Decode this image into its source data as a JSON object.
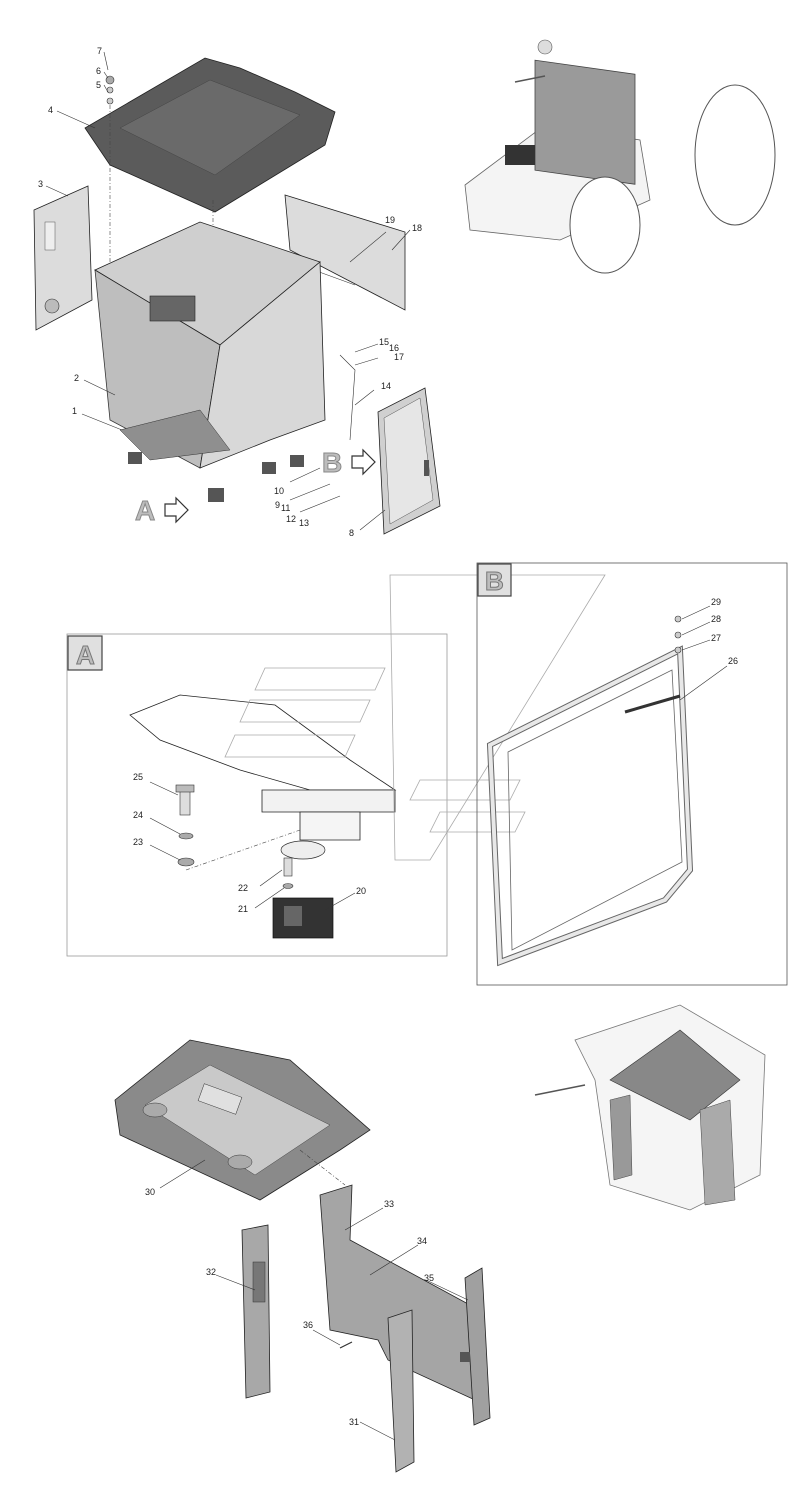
{
  "callouts": {
    "c1": "1",
    "c2": "2",
    "c3": "3",
    "c4": "4",
    "c5": "5",
    "c6": "6",
    "c7": "7",
    "c8": "8",
    "c9": "9",
    "c10": "10",
    "c11": "11",
    "c12": "12",
    "c13": "13",
    "c14": "14",
    "c15": "15",
    "c16": "16",
    "c17": "17",
    "c18": "18",
    "c19": "19",
    "c20": "20",
    "c21": "21",
    "c22": "22",
    "c23": "23",
    "c24": "24",
    "c25": "25",
    "c26": "26",
    "c27": "27",
    "c28": "28",
    "c29": "29",
    "c30": "30",
    "c31": "31",
    "c32": "32",
    "c33": "33",
    "c34": "34",
    "c35": "35",
    "c36": "36"
  },
  "view_markers": {
    "a_arrow": "A",
    "b_arrow": "B",
    "a_detail": "A",
    "b_detail": "B"
  },
  "colors": {
    "panel_gray": "#8a8a8a",
    "light_gray": "#cfcfcf",
    "dark_gray": "#555555",
    "frame": "#d8d8d8"
  }
}
